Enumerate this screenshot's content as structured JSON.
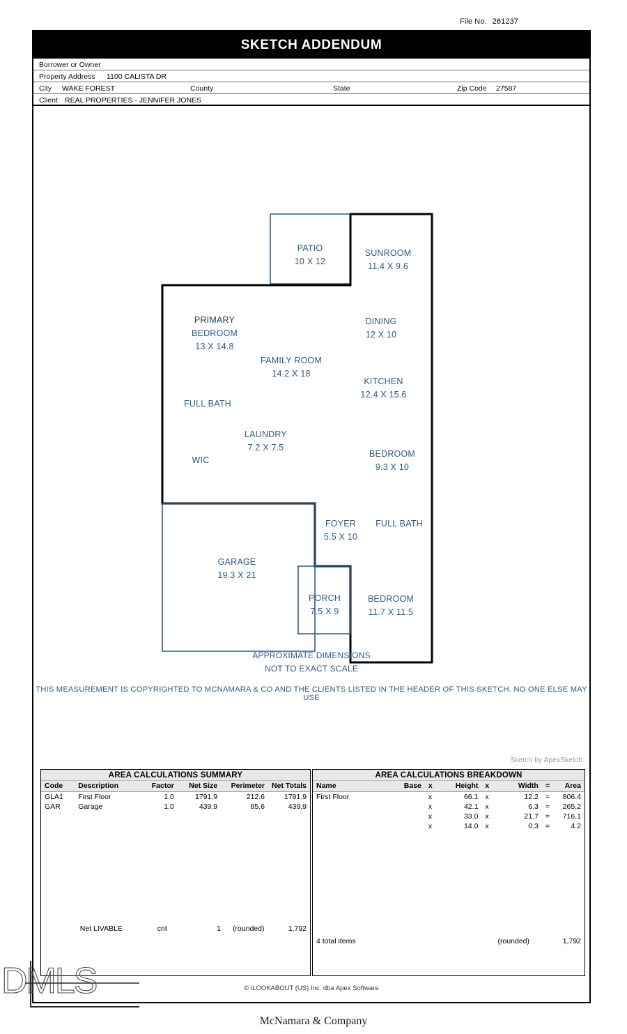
{
  "file_no": {
    "label": "File No.",
    "value": "261237"
  },
  "title": "SKETCH ADDENDUM",
  "header": {
    "borrower": {
      "label": "Borrower or Owner",
      "value": ""
    },
    "address": {
      "label": "Property Address",
      "value": "1100 CALISTA DR"
    },
    "city": {
      "label": "City",
      "value": "WAKE FOREST"
    },
    "county": {
      "label": "County",
      "value": ""
    },
    "state": {
      "label": "State",
      "value": ""
    },
    "zip": {
      "label": "Zip Code",
      "value": "27587"
    },
    "client": {
      "label": "Client",
      "value": "REAL PROPERTIES - JENNIFER JONES"
    }
  },
  "sketch": {
    "credit": "Sketch by ApexSketch",
    "colors": {
      "main_wall": "#000000",
      "secondary_wall": "#2e5a87",
      "label_text": "#2e5a87"
    },
    "rooms": [
      {
        "name": "PATIO",
        "dim": "10 X 12"
      },
      {
        "name": "SUNROOM",
        "dim": "11.4 X 9.6"
      },
      {
        "name": "PRIMARY",
        "name2": "BEDROOM",
        "dim": "13 X 14.8"
      },
      {
        "name": "DINING",
        "dim": "12 X 10"
      },
      {
        "name": "FAMILY ROOM",
        "dim": "14.2 X 18"
      },
      {
        "name": "KITCHEN",
        "dim": "12.4 X 15.6"
      },
      {
        "name": "FULL BATH",
        "dim": ""
      },
      {
        "name": "LAUNDRY",
        "dim": "7.2 X 7.5"
      },
      {
        "name": "WIC",
        "dim": ""
      },
      {
        "name": "BEDROOM",
        "dim": "9.3 X 10"
      },
      {
        "name": "FOYER",
        "dim": "5.5 X 10"
      },
      {
        "name": "FULL BATH",
        "dim": ""
      },
      {
        "name": "GARAGE",
        "dim": "19.3 X 21"
      },
      {
        "name": "PORCH",
        "dim": "7.5 X 9"
      },
      {
        "name": "BEDROOM",
        "dim": "11.7 X 11.5"
      }
    ],
    "notes": {
      "approximate": "APPROXIMATE DIMENSIONS",
      "scale": "NOT TO EXACT SCALE",
      "copyright": "THIS MEASUREMENT IS COPYRIGHTED TO MCNAMARA & CO AND THE CLIENTS LISTED IN THE HEADER OF THIS SKETCH. NO ONE ELSE MAY USE"
    }
  },
  "area_summary": {
    "title": "AREA CALCULATIONS SUMMARY",
    "columns": [
      "Code",
      "Description",
      "Factor",
      "Net Size",
      "Perimeter",
      "Net Totals"
    ],
    "rows": [
      {
        "code": "GLA1",
        "description": "First Floor",
        "factor": "1.0",
        "net_size": "1791.9",
        "perimeter": "212.6",
        "net_totals": "1791.9"
      },
      {
        "code": "GAR",
        "description": "Garage",
        "factor": "1.0",
        "net_size": "439.9",
        "perimeter": "85.6",
        "net_totals": "439.9"
      }
    ],
    "footer": {
      "label": "Net LIVABLE",
      "unit": "cnt",
      "count": "1",
      "rounded": "(rounded)",
      "total": "1,792"
    }
  },
  "area_breakdown": {
    "title": "AREA CALCULATIONS BREAKDOWN",
    "columns": [
      "Name",
      "Base",
      "x",
      "Height",
      "x",
      "Width",
      "=",
      "Area"
    ],
    "rows": [
      {
        "name": "First Floor",
        "base": "",
        "height": "66.1",
        "width": "12.2",
        "area": "806.4"
      },
      {
        "name": "",
        "base": "",
        "height": "42.1",
        "width": "6.3",
        "area": "265.2"
      },
      {
        "name": "",
        "base": "",
        "height": "33.0",
        "width": "21.7",
        "area": "716.1"
      },
      {
        "name": "",
        "base": "",
        "height": "14.0",
        "width": "0.3",
        "area": "4.2"
      }
    ],
    "footer": {
      "items": "4 total items",
      "rounded": "(rounded)",
      "total": "1,792"
    }
  },
  "apex_footer": "© iLOOKABOUT (US) Inc. dba Apex Software",
  "company_name": "McNamara & Company",
  "watermark": "DMLS"
}
